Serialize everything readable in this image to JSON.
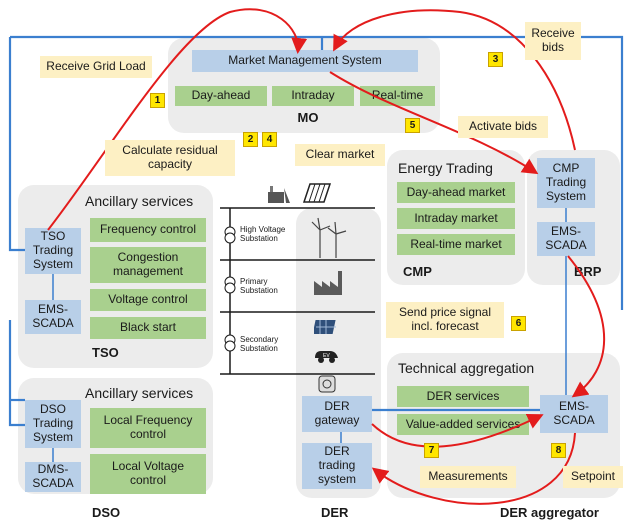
{
  "mo": {
    "system": "Market Management System",
    "markets": [
      "Day-ahead",
      "Intraday",
      "Real-time"
    ],
    "label": "MO"
  },
  "tso": {
    "title": "Ancillary services",
    "services": [
      "Frequency control",
      "Congestion\nmanagement",
      "Voltage control",
      "Black start"
    ],
    "trading": "TSO\nTrading\nSystem",
    "ems": "EMS-\nSCADA",
    "label": "TSO"
  },
  "dso": {
    "title": "Ancillary services",
    "services": [
      "Local Frequency\ncontrol",
      "Local Voltage\ncontrol"
    ],
    "trading": "DSO\nTrading\nSystem",
    "dms": "DMS-\nSCADA",
    "label": "DSO"
  },
  "cmp": {
    "title": "Energy Trading",
    "markets": [
      "Day-ahead market",
      "Intraday market",
      "Real-time market"
    ],
    "label": "CMP"
  },
  "brp": {
    "trading": "CMP\nTrading\nSystem",
    "ems": "EMS-\nSCADA",
    "label": "BRP"
  },
  "substations": [
    "High Voltage\nSubstation",
    "Primary\nSubstation",
    "Secondary\nSubstation"
  ],
  "der": {
    "gateway": "DER\ngateway",
    "trading": "DER\ntrading\nsystem",
    "label": "DER"
  },
  "aggregator": {
    "title": "Technical aggregation",
    "services": [
      "DER services",
      "Value-added services"
    ],
    "ems": "EMS-\nSCADA",
    "label": "DER aggregator"
  },
  "callouts": {
    "receive_grid_load": "Receive Grid Load",
    "receive_bids": "Receive\nbids",
    "activate_bids": "Activate bids",
    "calc_residual": "Calculate residual\ncapacity",
    "clear_market": "Clear market",
    "send_price": "Send price signal\nincl. forecast",
    "measurements": "Measurements",
    "setpoint": "Setpoint"
  },
  "steps": [
    "1",
    "2",
    "3",
    "4",
    "5",
    "6",
    "7",
    "8"
  ],
  "colors": {
    "blue_box": "#b8cfe8",
    "green_box": "#a9d08e",
    "group_bg": "#ececec",
    "callout": "#fdf0c4",
    "step": "#ffe600",
    "arrow": "#e31c1c",
    "line": "#3b7fcf"
  }
}
